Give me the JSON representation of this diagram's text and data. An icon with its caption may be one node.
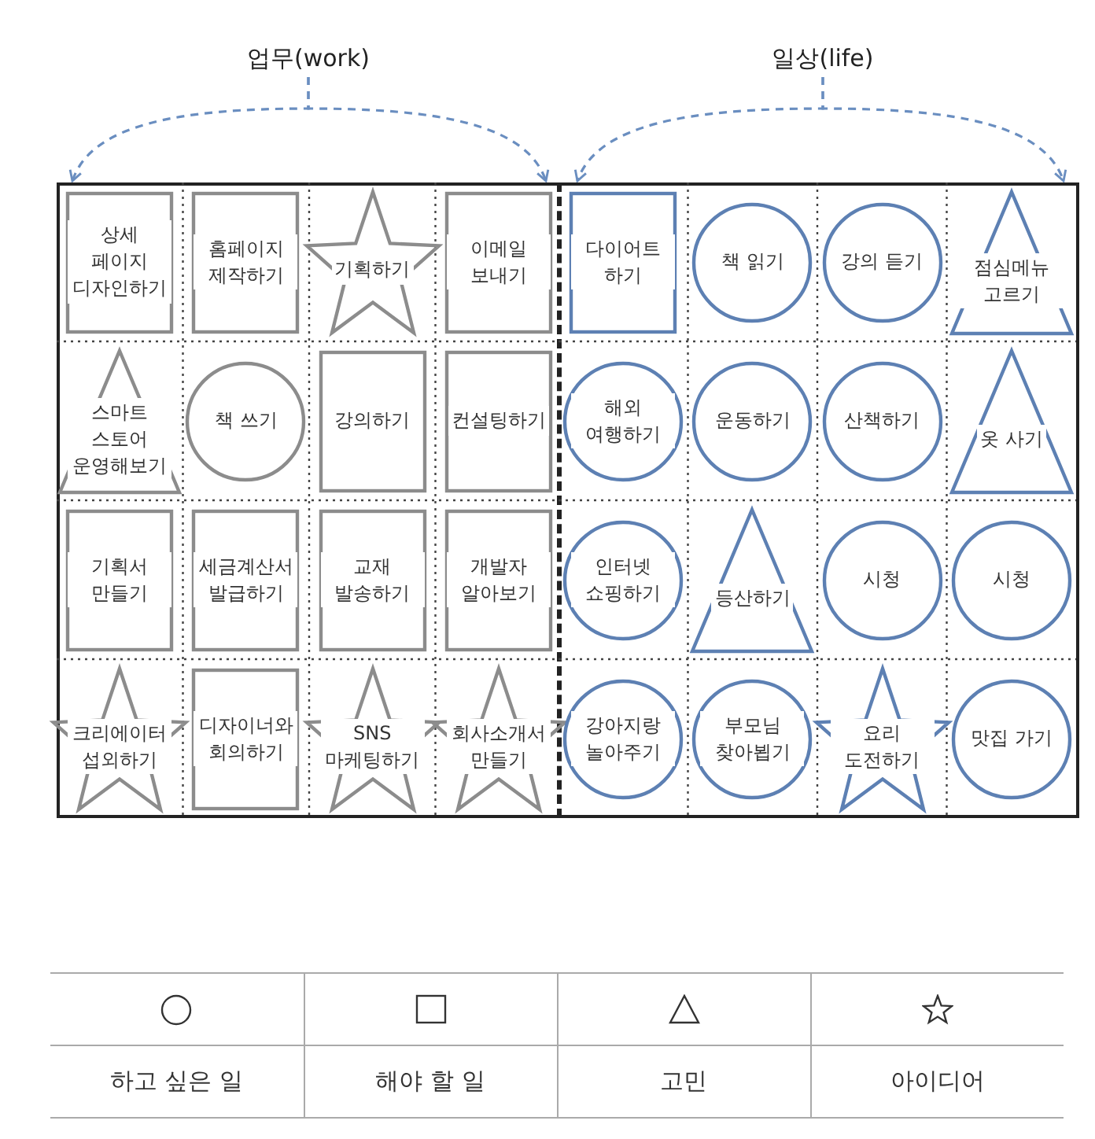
{
  "diagram": {
    "nodes": [
      {
        "text": [
          "업무(work)"
        ]
      },
      {
        "text": [
          "일상(life)"
        ]
      },
      {
        "text": [],
        "shape": "box"
      },
      {
        "text": [],
        "shape": "box"
      },
      {
        "text": [
          "상세 페이지 디자인하기"
        ],
        "in": 2
      },
      {
        "text": [
          "홈페이지 제작하기"
        ],
        "in": 2
      },
      {
        "text": [
          "기획하기"
        ],
        "in": 2
      },
      {
        "text": [
          "이메일 보내기"
        ],
        "in": 2
      },
      {
        "text": [
          "스마트 스토어 운영해보기"
        ],
        "in": 2
      },
      {
        "text": [
          "책 쓰기"
        ],
        "in": 2
      },
      {
        "text": [
          "강의하기"
        ],
        "in": 2
      },
      {
        "text": [
          "컨설팅하기"
        ],
        "in": 2
      },
      {
        "text": [
          "기획서 만들기"
        ],
        "in": 2
      },
      {
        "text": [
          "세금계산서 발급하기"
        ],
        "in": 2
      },
      {
        "text": [
          "교재 발송하기"
        ],
        "in": 2
      },
      {
        "text": [
          "개발자 알아보기"
        ],
        "in": 2
      },
      {
        "text": [
          "크리에이터 섭외하기"
        ],
        "in": 2
      },
      {
        "text": [
          "디자이너와 회의하기"
        ],
        "in": 2
      },
      {
        "text": [
          "SNS 마케팅하기"
        ],
        "in": 2
      },
      {
        "text": [
          "회사소개서 만들기"
        ],
        "in": 2
      },
      {
        "text": [
          "다이어트 하기"
        ],
        "in": 3
      },
      {
        "text": [
          "책 읽기"
        ],
        "in": 3
      },
      {
        "text": [
          "강의 듣기"
        ],
        "in": 3
      },
      {
        "text": [
          "점심메뉴 고르기"
        ],
        "in": 3
      },
      {
        "text": [
          "해외 여행하기"
        ],
        "in": 3
      },
      {
        "text": [
          "운동하기"
        ],
        "in": 3
      },
      {
        "text": [
          "산책하기"
        ],
        "in": 3
      },
      {
        "text": [
          "옷 사기"
        ],
        "in": 3
      },
      {
        "text": [
          "인터넷 쇼핑하기"
        ],
        "in": 3
      },
      {
        "text": [
          "등산하기"
        ],
        "in": 3
      },
      {
        "text": [
          "시청"
        ],
        "in": 3
      },
      {
        "text": [
          "시청"
        ],
        "in": 3
      },
      {
        "text": [
          "강아지랑 놀아주기"
        ],
        "in": 3
      },
      {
        "text": [
          "부모님 찾아뵙기"
        ],
        "in": 3
      },
      {
        "text": [
          "요리 도전하기"
        ],
        "in": 3
      },
      {
        "text": [
          "맛집 가기"
        ],
        "in": 3
      }
    ],
    "edges": [
      {
        "from": 0,
        "to": 2,
        "arrow": "to",
        "style": "dashed"
      },
      {
        "from": 0,
        "to": 2,
        "arrow": "to",
        "style": "dashed"
      },
      {
        "from": 1,
        "to": 3,
        "arrow": "to",
        "style": "dashed"
      },
      {
        "from": 1,
        "to": 3,
        "arrow": "to",
        "style": "dashed"
      }
    ],
    "legend": [
      {
        "text": "하고 싶은 일"
      },
      {
        "text": "해야 할 일"
      },
      {
        "text": "고민"
      },
      {
        "text": "아이디어"
      }
    ]
  }
}
